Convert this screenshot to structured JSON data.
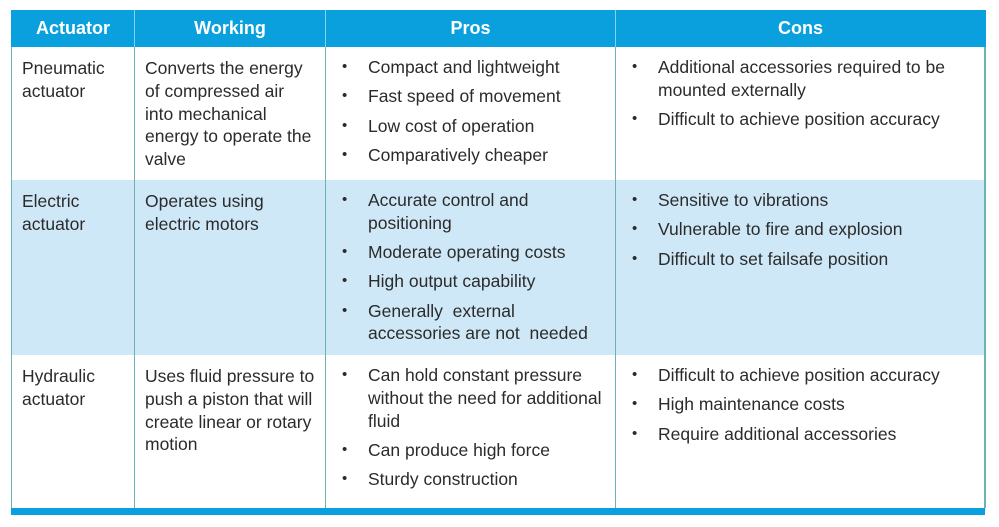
{
  "table": {
    "headers": [
      "Actuator",
      "Working",
      "Pros",
      "Cons"
    ],
    "rows": [
      {
        "actuator": "Pneumatic actuator",
        "working": "Converts the energy of compressed air into mechanical energy to operate the valve",
        "pros": [
          "Compact and lightweight",
          "Fast speed of movement",
          "Low cost of operation",
          "Comparatively cheaper"
        ],
        "cons": [
          "Additional accessories required to be mounted externally",
          "Difficult to achieve position accuracy"
        ]
      },
      {
        "actuator": "Electric actuator",
        "working": "Operates using electric motors",
        "pros": [
          "Accurate control and positioning",
          "Moderate operating costs",
          "High output capability",
          "Generally  external accessories are not  needed"
        ],
        "cons": [
          "Sensitive to vibrations",
          "Vulnerable to fire and explosion",
          "Difficult to set failsafe position"
        ]
      },
      {
        "actuator": "Hydraulic actuator",
        "working": "Uses fluid pressure to push a piston that will create linear or rotary motion",
        "pros": [
          "Can hold constant pressure without the need for additional fluid",
          "Can produce high force",
          "Sturdy construction"
        ],
        "cons": [
          "Difficult to achieve position accuracy",
          "High maintenance costs",
          "Require additional accessories"
        ]
      }
    ],
    "bullet_glyph": "•"
  },
  "colors": {
    "header_bg": "#0aa0dd",
    "header_text": "#ffffff",
    "row_alt_bg": "#cfe8f7",
    "border": "#6bb3b0",
    "text": "#2b2b2b"
  }
}
